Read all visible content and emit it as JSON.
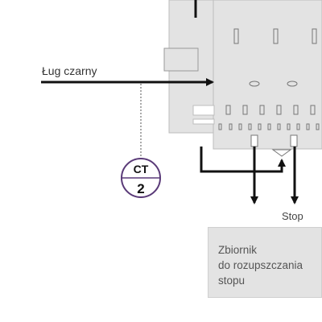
{
  "diagram": {
    "inlet_label": "Ług czarny",
    "stop_label": "Stop",
    "tank_label": "Zbiornik\ndo rozupszczania\nstopu",
    "instrument": {
      "top_text": "CT",
      "bottom_text": "2",
      "color": "#5a3a78"
    },
    "colors": {
      "furnace_fill": "#e3e3e3",
      "furnace_stroke": "#bdbdbd",
      "line": "#111111",
      "text": "#333333"
    }
  }
}
